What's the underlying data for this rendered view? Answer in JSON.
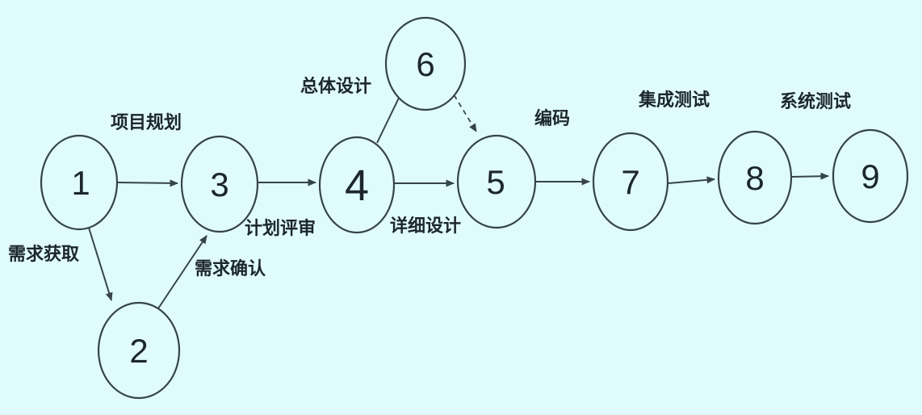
{
  "diagram_type": "activity-network-diagram",
  "colors": {
    "background": "#e0fbfc",
    "stroke": "#36444a",
    "text": "#1c272b"
  },
  "nodes": [
    {
      "id": "1",
      "label": "1"
    },
    {
      "id": "2",
      "label": "2"
    },
    {
      "id": "3",
      "label": "3"
    },
    {
      "id": "4",
      "label": "4"
    },
    {
      "id": "5",
      "label": "5"
    },
    {
      "id": "6",
      "label": "6"
    },
    {
      "id": "7",
      "label": "7"
    },
    {
      "id": "8",
      "label": "8"
    },
    {
      "id": "9",
      "label": "9"
    }
  ],
  "edges": [
    {
      "from": "1",
      "to": "3",
      "style": "solid",
      "label": "项目规划"
    },
    {
      "from": "1",
      "to": "2",
      "style": "solid",
      "label": "需求获取"
    },
    {
      "from": "2",
      "to": "3",
      "style": "solid",
      "label": "需求确认"
    },
    {
      "from": "3",
      "to": "4",
      "style": "solid",
      "label": "计划评审"
    },
    {
      "from": "4",
      "to": "6",
      "style": "solid",
      "label": "总体设计"
    },
    {
      "from": "4",
      "to": "5",
      "style": "solid",
      "label": "详细设计"
    },
    {
      "from": "6",
      "to": "5",
      "style": "dashed",
      "label": ""
    },
    {
      "from": "5",
      "to": "7",
      "style": "solid",
      "label": "编码"
    },
    {
      "from": "7",
      "to": "8",
      "style": "solid",
      "label": "集成测试"
    },
    {
      "from": "8",
      "to": "9",
      "style": "solid",
      "label": "系统测试"
    }
  ]
}
